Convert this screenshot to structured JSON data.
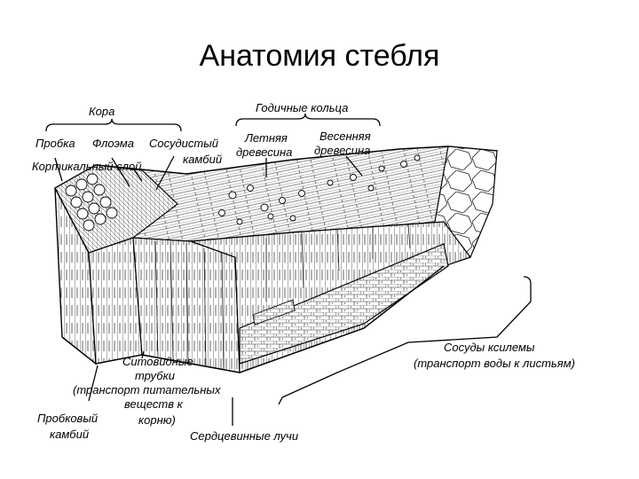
{
  "slide": {
    "title": "Анатомия стебля"
  },
  "labels": {
    "kora": "Кора",
    "probka": "Пробка",
    "floema": "Флоэма",
    "sosudisty": "Сосудистый",
    "kambiy": "камбий",
    "kortikalny": "Кортикальный слой",
    "godichnye": "Годичные кольца",
    "letnyaya_1": "Летняя",
    "letnyaya_2": "древесина",
    "vesennyaya_1": "Весенняя",
    "vesennyaya_2": "древесина",
    "sosudy_1": "Сосуды ксилемы",
    "sosudy_2": "(транспорт воды к листьям)",
    "sito_1": "Ситовидные",
    "sito_2": "трубки",
    "sito_3": "(транспорт питательных",
    "sito_4": "веществ к",
    "sito_5": "корню)",
    "probk_kambiy_1": "Пробковый",
    "probk_kambiy_2": "камбий",
    "serdtsevinnye": "Сердцевинные лучи"
  },
  "colors": {
    "ink": "#000000",
    "background": "#ffffff"
  }
}
